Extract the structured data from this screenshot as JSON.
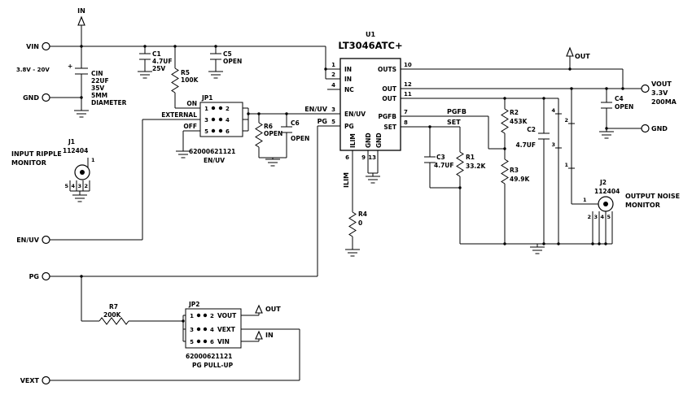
{
  "flags": {
    "in_top": "IN",
    "out_top": "OUT",
    "out_b": "OUT",
    "in_b": "IN"
  },
  "term": {
    "vin": "VIN",
    "vin_range": "3.8V - 20V",
    "gnd_l": "GND",
    "enuv": "EN/UV",
    "pg": "PG",
    "vext": "VEXT",
    "vout": "VOUT",
    "vout_v": "3.3V",
    "vout_i": "200MA",
    "gnd_r": "GND"
  },
  "cin": {
    "plus": "+",
    "ref": "CIN",
    "v": "22UF",
    "volt": "35V",
    "size": "5MM",
    "size2": "DIAMETER"
  },
  "c1": {
    "ref": "C1",
    "v": "4.7UF",
    "volt": "25V"
  },
  "c5": {
    "ref": "C5",
    "v": "OPEN"
  },
  "r5": {
    "ref": "R5",
    "v": "100K"
  },
  "r6": {
    "ref": "R6",
    "v": "OPEN"
  },
  "c6": {
    "ref": "C6",
    "v": "OPEN"
  },
  "r7": {
    "ref": "R7",
    "v": "200K"
  },
  "r4": {
    "ref": "R4",
    "v": "0"
  },
  "c3": {
    "ref": "C3",
    "v": "4.7UF"
  },
  "r1": {
    "ref": "R1",
    "v": "33.2K"
  },
  "r2": {
    "ref": "R2",
    "v": "453K"
  },
  "r3": {
    "ref": "R3",
    "v": "49.9K"
  },
  "c2": {
    "ref": "C2",
    "v": "4.7UF"
  },
  "c4": {
    "ref": "C4",
    "v": "OPEN"
  },
  "jp1": {
    "ref": "JP1",
    "p1": "1",
    "p2": "2",
    "p3": "3",
    "p4": "4",
    "p5": "5",
    "p6": "6",
    "opt1": "ON",
    "opt2": "EXTERNAL",
    "opt3": "OFF",
    "part": "62000621121",
    "net": "EN/UV"
  },
  "jp2": {
    "ref": "JP2",
    "p1": "1",
    "p2": "2",
    "p3": "3",
    "p4": "4",
    "p5": "5",
    "p6": "6",
    "l1": "VOUT",
    "l2": "VEXT",
    "l3": "VIN",
    "part": "62000621121",
    "func": "PG PULL-UP"
  },
  "j1": {
    "ref": "J1",
    "part": "112404",
    "pin1": "1",
    "p2": "2",
    "p3": "3",
    "p4": "4",
    "p5": "5",
    "cap1": "INPUT RIPPLE",
    "cap2": "MONITOR"
  },
  "j2": {
    "ref": "J2",
    "part": "112404",
    "pin1": "1",
    "p2": "2",
    "p3": "3",
    "p4": "4",
    "p5": "5",
    "t4": "4",
    "t2": "2",
    "t3": "3",
    "t1": "1",
    "cap1": "OUTPUT NOISE",
    "cap2": "MONITOR"
  },
  "u1": {
    "ref": "U1",
    "part": "LT3046ATC+",
    "in1": "IN",
    "in2": "IN",
    "nc": "NC",
    "enuv": "EN/UV",
    "pg": "PG",
    "n1": "1",
    "n2": "2",
    "n4": "4",
    "n3": "3",
    "n5": "5",
    "outs": "OUTS",
    "out12": "OUT",
    "out11": "OUT",
    "pgfb": "PGFB",
    "set": "SET",
    "n10": "10",
    "n12": "12",
    "n11": "11",
    "n7": "7",
    "n8": "8",
    "ilim": "ILIM",
    "gnd9": "GND",
    "gnd13": "GND",
    "n6": "6",
    "n9": "9",
    "n13": "13"
  },
  "net": {
    "enuv": "EN/UV",
    "pg": "PG",
    "pgfb": "PGFB",
    "set": "SET",
    "ilim": "ILIM"
  }
}
